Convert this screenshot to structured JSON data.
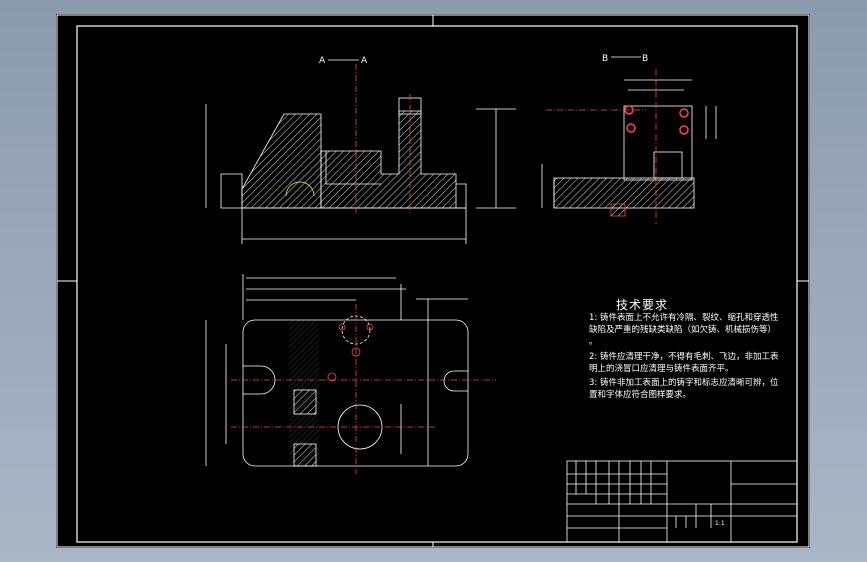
{
  "views": {
    "section_a": {
      "left": "A",
      "right": "A"
    },
    "section_b": {
      "left": "B",
      "right": "B"
    }
  },
  "requirements": {
    "title": "技术要求",
    "lines": [
      "1: 铸件表面上不允许有冷隔、裂纹、缩孔和穿透性",
      "缺陷及严重的残缺类缺陷（如欠铸、机械损伤等）",
      "。",
      "2: 铸件应清理干净，不得有毛刺、飞边，非加工表",
      "明上的浇冒口应清理与铸件表面齐平。",
      "3: 铸件非加工表面上的铸字和标志应清晰可辨，位",
      "置和字体应符合图样要求。"
    ]
  },
  "title_block": {
    "scale": "1:1"
  }
}
